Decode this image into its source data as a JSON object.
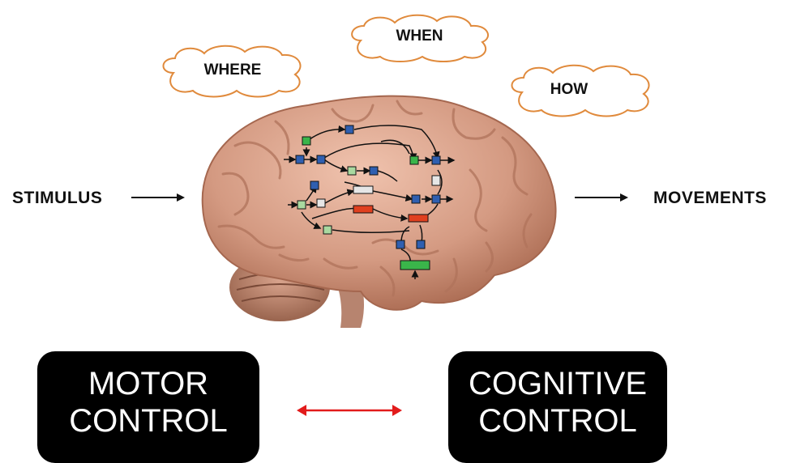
{
  "clouds": {
    "where": "WHERE",
    "when": "WHEN",
    "how": "HOW"
  },
  "flow": {
    "input": "STIMULUS",
    "output": "MOVEMENTS"
  },
  "boxes": {
    "left": {
      "line1": "MOTOR",
      "line2": "CONTROL"
    },
    "right": {
      "line1": "COGNITIVE",
      "line2": "CONTROL"
    }
  },
  "colors": {
    "cloud_outline": "#e08a3c",
    "brain": "#d49a82",
    "node_blue": "#2f5fb0",
    "node_green": "#3ab54a",
    "node_lightgreen": "#a9d9a0",
    "node_gray": "#e6e6e6",
    "node_red": "#e0401f",
    "link_arrow": "#e21b1b",
    "box_fill": "#000000"
  }
}
